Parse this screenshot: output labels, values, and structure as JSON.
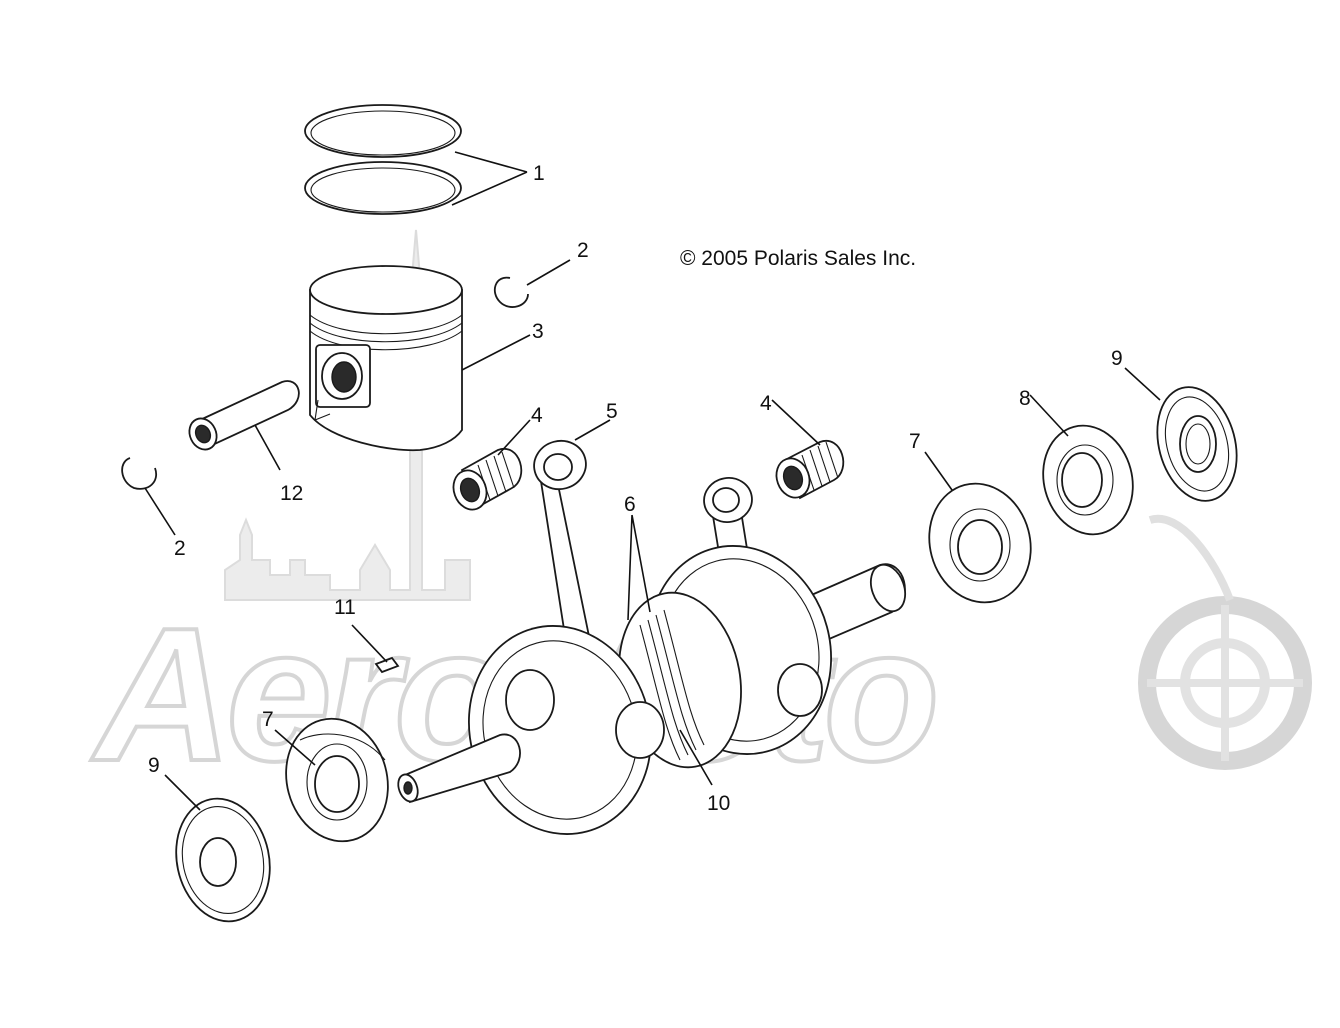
{
  "copyright": "© 2005 Polaris Sales Inc.",
  "watermark": {
    "text": "AeroMoto"
  },
  "callouts": [
    {
      "id": "c1",
      "label": "1"
    },
    {
      "id": "c2a",
      "label": "2"
    },
    {
      "id": "c2b",
      "label": "2"
    },
    {
      "id": "c3",
      "label": "3"
    },
    {
      "id": "c4a",
      "label": "4"
    },
    {
      "id": "c4b",
      "label": "4"
    },
    {
      "id": "c5",
      "label": "5"
    },
    {
      "id": "c6",
      "label": "6"
    },
    {
      "id": "c7a",
      "label": "7"
    },
    {
      "id": "c7b",
      "label": "7"
    },
    {
      "id": "c8",
      "label": "8"
    },
    {
      "id": "c9a",
      "label": "9"
    },
    {
      "id": "c9b",
      "label": "9"
    },
    {
      "id": "c10",
      "label": "10"
    },
    {
      "id": "c11",
      "label": "11"
    },
    {
      "id": "c12",
      "label": "12"
    }
  ]
}
